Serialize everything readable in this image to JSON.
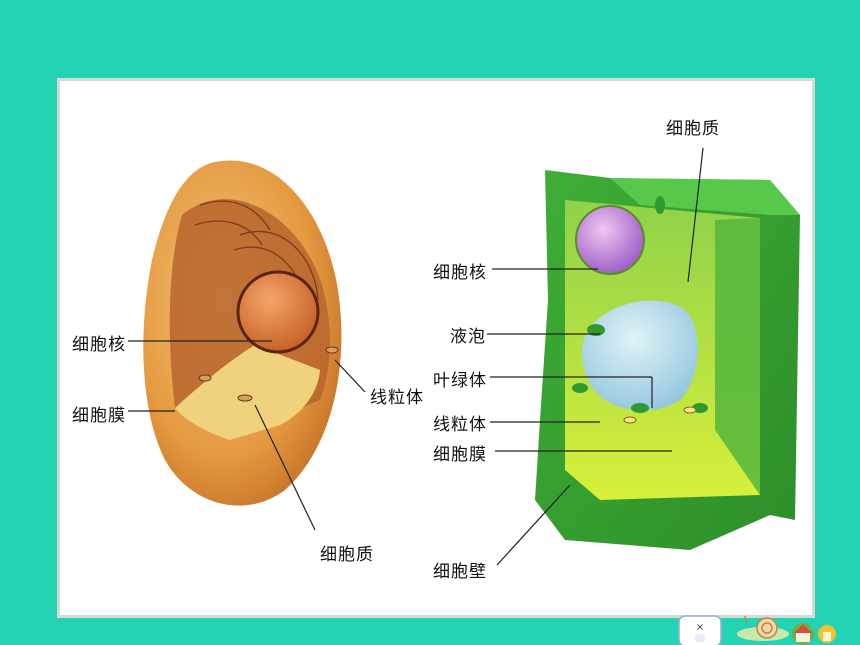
{
  "colors": {
    "background": "#22d3b4",
    "panel": "#ffffff",
    "animal_cell": "#e8a24a",
    "plant_cell": "#4cbb3a"
  },
  "animal_cell": {
    "labels": {
      "nucleus": "细胞核",
      "membrane": "细胞膜",
      "mitochondria": "线粒体",
      "cytoplasm": "细胞质"
    }
  },
  "plant_cell": {
    "labels": {
      "cytoplasm": "细胞质",
      "nucleus": "细胞核",
      "vacuole": "液泡",
      "chloroplast": "叶绿体",
      "mitochondria": "线粒体",
      "membrane": "细胞膜",
      "cell_wall": "细胞壁"
    }
  },
  "decorations": [
    "close-icon",
    "snail-icon",
    "house-icon"
  ]
}
